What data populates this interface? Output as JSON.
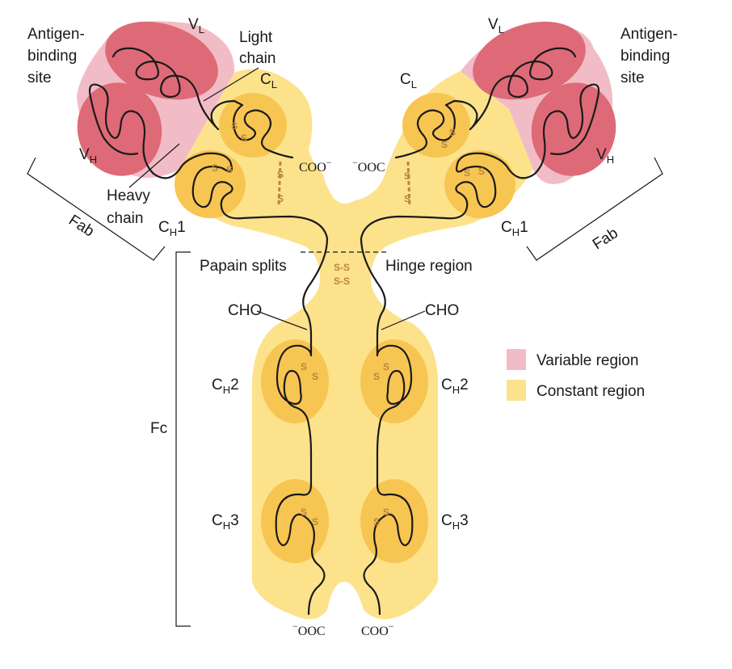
{
  "labels": {
    "vl_left": "V",
    "vl_left_sub": "L",
    "vl_right": "V",
    "vl_right_sub": "L",
    "vh_left": "V",
    "vh_left_sub": "H",
    "vh_right": "V",
    "vh_right_sub": "H",
    "cl_left": "C",
    "cl_left_sub": "L",
    "cl_right": "C",
    "cl_right_sub": "L",
    "ch1_left": "C",
    "ch1_left_sub": "H",
    "ch1_left_num": "1",
    "ch1_right": "C",
    "ch1_right_sub": "H",
    "ch1_right_num": "1",
    "ch2_left": "C",
    "ch2_left_sub": "H",
    "ch2_left_num": "2",
    "ch2_right": "C",
    "ch2_right_sub": "H",
    "ch2_right_num": "2",
    "ch3_left": "C",
    "ch3_left_sub": "H",
    "ch3_left_num": "3",
    "ch3_right": "C",
    "ch3_right_sub": "H",
    "ch3_right_num": "3",
    "antigen_left": [
      "Antigen-",
      "binding",
      "site"
    ],
    "antigen_right": [
      "Antigen-",
      "binding",
      "site"
    ],
    "light_chain": [
      "Light",
      "chain"
    ],
    "heavy_chain": [
      "Heavy",
      "chain"
    ],
    "fab_left": "Fab",
    "fab_right": "Fab",
    "fc": "Fc",
    "papain": "Papain splits",
    "hinge": "Hinge region",
    "cho_left": "CHO",
    "cho_right": "CHO",
    "coo_left_arm": "COO",
    "coo_right_arm": "OOC",
    "coo_bottom_left": "OOC",
    "coo_bottom_right": "COO",
    "minus": "−",
    "ss": "S",
    "ss_pair": "S-S"
  },
  "legend": {
    "items": [
      {
        "label": "Variable region",
        "color": "#f2bcc6"
      },
      {
        "label": "Constant region",
        "color": "#fde28c"
      }
    ]
  },
  "colors": {
    "constant": "#fde28c",
    "domain": "#f7c552",
    "variable_bg": "#f2bcc6",
    "variable_domain": "#de6a78",
    "bond": "#b8873a"
  }
}
